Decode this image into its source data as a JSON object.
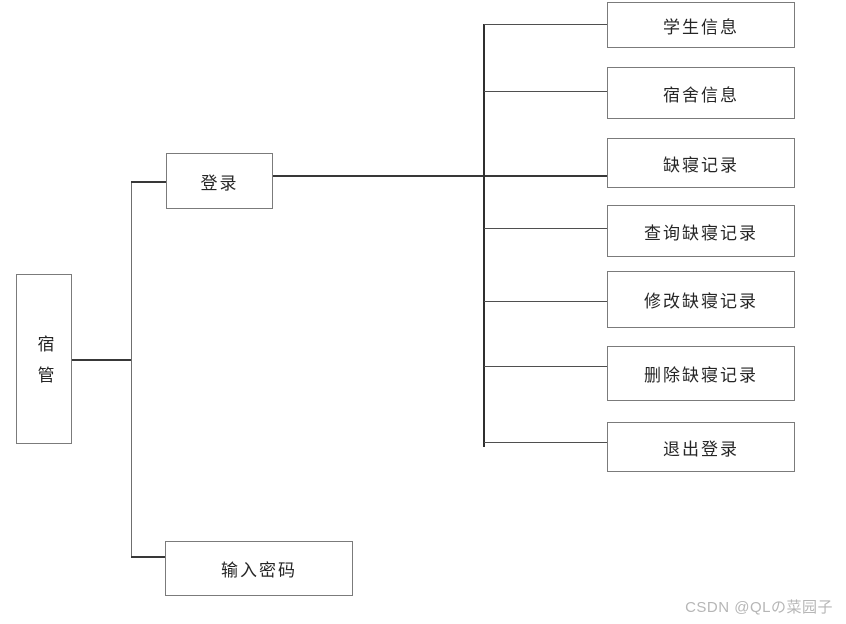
{
  "diagram": {
    "root": {
      "label": "宿管"
    },
    "children": [
      {
        "label": "登录"
      },
      {
        "label": "输入密码"
      }
    ],
    "login_children": [
      {
        "label": "学生信息"
      },
      {
        "label": "宿舍信息"
      },
      {
        "label": "缺寝记录"
      },
      {
        "label": "查询缺寝记录"
      },
      {
        "label": "修改缺寝记录"
      },
      {
        "label": "删除缺寝记录"
      },
      {
        "label": "退出登录"
      }
    ]
  },
  "watermark": {
    "text": "CSDN @QLの菜园子"
  },
  "colors": {
    "background": "#ffffff",
    "box_border": "#7b7b7b",
    "line": "#4a4a4a",
    "text": "#262626",
    "watermark_text": "#b6b6b6"
  }
}
